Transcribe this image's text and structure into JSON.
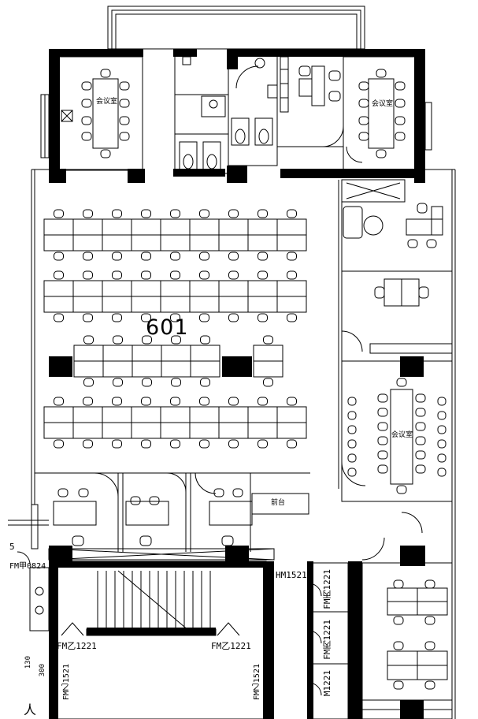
{
  "labels": {
    "room_number": "601",
    "meeting_nw": "会议室",
    "meeting_ne": "会议室",
    "meeting_e": "会议室",
    "reception": "前台"
  },
  "door_tags": {
    "stair_left_door": "FM甲0824",
    "east_corridor_door": "HM1521",
    "stair_door_left": "FM乙1221",
    "stair_door_right": "FM乙1221",
    "shaft_door_1": "FM丙1221",
    "shaft_door_2": "FM丙1221",
    "shaft_door_3": "M1221",
    "lobby_door_left": "FM乙1521",
    "lobby_door_right": "FM乙1521",
    "dim_5": "5",
    "dim_130": "130",
    "dim_300": "300",
    "edge_mark": "人"
  },
  "colors": {
    "line": "#000000",
    "wall": "#000000",
    "background": "#ffffff"
  }
}
